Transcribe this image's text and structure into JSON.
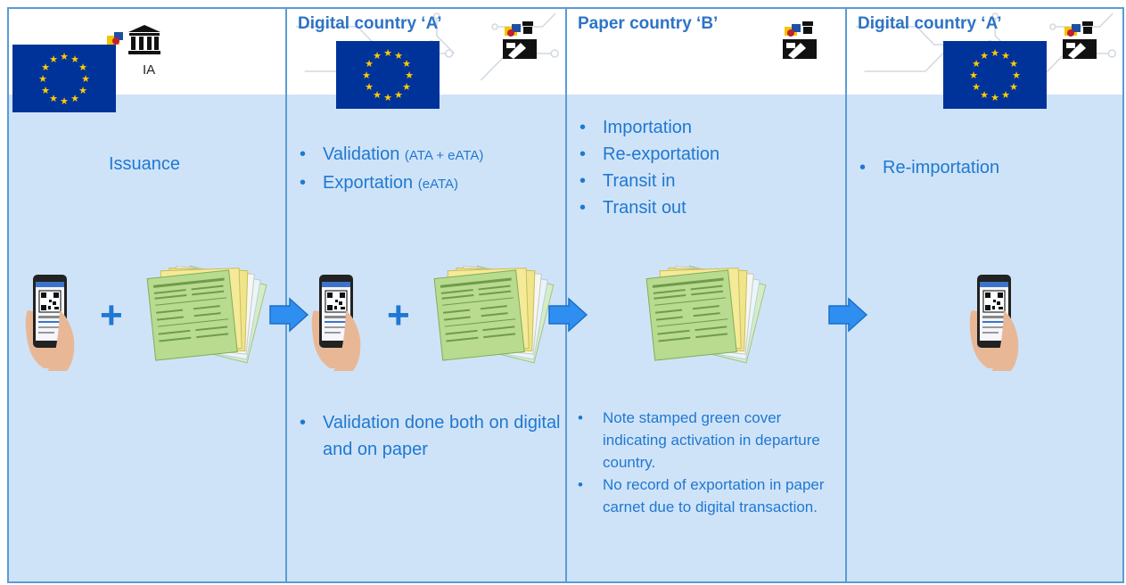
{
  "panels": [
    {
      "title": "",
      "header_icon": "bank-icon",
      "header_label": "IA",
      "main_text": "Issuance",
      "bullets": [],
      "notes": []
    },
    {
      "title": "Digital country ‘A’",
      "header_icon": "customs-officer-icon",
      "bullets": [
        {
          "text": "Validation ",
          "small": "(ATA + eATA)"
        },
        {
          "text": "Exportation ",
          "small": "(eATA)"
        }
      ],
      "notes": [
        "Validation done both on digital and on paper"
      ]
    },
    {
      "title": "Paper country ‘B’",
      "header_icon": "customs-officer-icon",
      "bullets": [
        {
          "text": "Importation",
          "small": ""
        },
        {
          "text": "Re-exportation",
          "small": ""
        },
        {
          "text": "Transit in",
          "small": ""
        },
        {
          "text": "Transit out",
          "small": ""
        }
      ],
      "notes": [
        "Note stamped green cover indicating activation in departure country.",
        "No record of exportation in paper carnet due to digital transaction."
      ]
    },
    {
      "title": "Digital country ‘A’",
      "header_icon": "customs-officer-icon",
      "bullets": [
        {
          "text": "Re-importation",
          "small": ""
        }
      ],
      "notes": []
    }
  ],
  "plus_sign": "+",
  "colors": {
    "accent": "#1f78d1",
    "panel_fill": "#cfe3f8",
    "border": "#5b9bd5",
    "eu_blue": "#003399",
    "eu_star": "#ffcc00",
    "arrow": "#2f8ff0"
  }
}
